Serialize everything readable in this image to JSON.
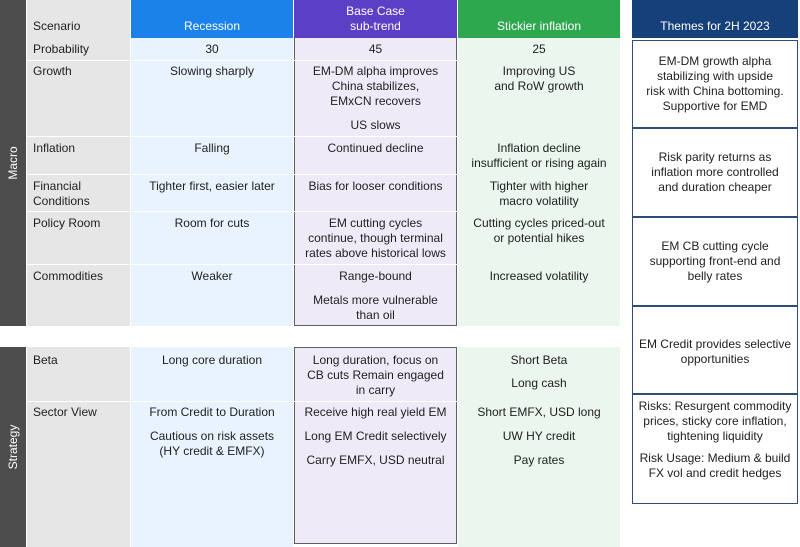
{
  "headers": {
    "scenario": "Scenario",
    "recession": "Recession",
    "base_case": [
      "Base Case",
      "sub-trend"
    ],
    "stickier": "Stickier inflation",
    "themes": "Themes for 2H 2023"
  },
  "sections": {
    "macro": "Macro",
    "strategy": "Strategy"
  },
  "rows": {
    "probability": {
      "label": "Probability",
      "recession": "30",
      "base": "45",
      "stickier": "25"
    },
    "growth": {
      "label": "Growth",
      "recession": [
        "Slowing sharply"
      ],
      "base": [
        "EM-DM alpha improves",
        "China stabilizes,",
        "EMxCN recovers",
        "US slows"
      ],
      "stickier": [
        "Improving US",
        "and RoW growth"
      ]
    },
    "inflation": {
      "label": "Inflation",
      "recession": "Falling",
      "base": "Continued decline",
      "stickier": [
        "Inflation decline",
        "insufficient or rising again"
      ]
    },
    "financial": {
      "label": [
        "Financial",
        "Conditions"
      ],
      "recession": "Tighter first, easier later",
      "base": "Bias for looser conditions",
      "stickier": [
        "Tighter with higher",
        "macro volatility"
      ]
    },
    "policy": {
      "label": "Policy Room",
      "recession": "Room for cuts",
      "base": [
        "EM cutting cycles",
        "continue, though terminal",
        "rates above historical lows"
      ],
      "stickier": [
        "Cutting cycles priced-out",
        "or potential hikes"
      ]
    },
    "commodities": {
      "label": "Commodities",
      "recession": "Weaker",
      "base": [
        "Range-bound",
        "Metals more vulnerable",
        "than oil"
      ],
      "stickier": "Increased volatility"
    },
    "beta": {
      "label": "Beta",
      "recession": "Long core duration",
      "base": [
        "Long duration, focus on",
        "CB cuts Remain engaged",
        "in carry"
      ],
      "stickier": [
        "Short Beta",
        "Long cash"
      ]
    },
    "sector": {
      "label": "Sector View",
      "recession": [
        "From Credit to Duration",
        "Cautious on risk assets",
        "(HY credit & EMFX)"
      ],
      "base": [
        "Receive high real yield EM",
        "Long EM Credit selectively",
        "Carry EMFX, USD neutral"
      ],
      "stickier": [
        "Short EMFX, USD long",
        "UW HY credit",
        "Pay rates"
      ]
    }
  },
  "themes": [
    [
      "EM-DM growth alpha",
      "stabilizing with upside",
      "risk with China bottoming.",
      "Supportive for EMD"
    ],
    [
      "Risk parity returns as",
      "inflation more controlled",
      "and duration cheaper"
    ],
    [
      "EM CB cutting cycle",
      "supporting front-end and",
      "belly rates"
    ],
    [
      "EM Credit provides selective",
      "opportunities"
    ],
    [
      "Risks: Resurgent commodity",
      "prices, sticky core inflation,",
      "tightening liquidity",
      "Risk Usage: Medium & build",
      "FX vol and credit hedges"
    ]
  ],
  "colors": {
    "recession_header": "#1a82e8",
    "base_header": "#5b3fc4",
    "stickier_header": "#2ea84e",
    "themes_header": "#15407a",
    "sidebar": "#4d4d4d"
  }
}
